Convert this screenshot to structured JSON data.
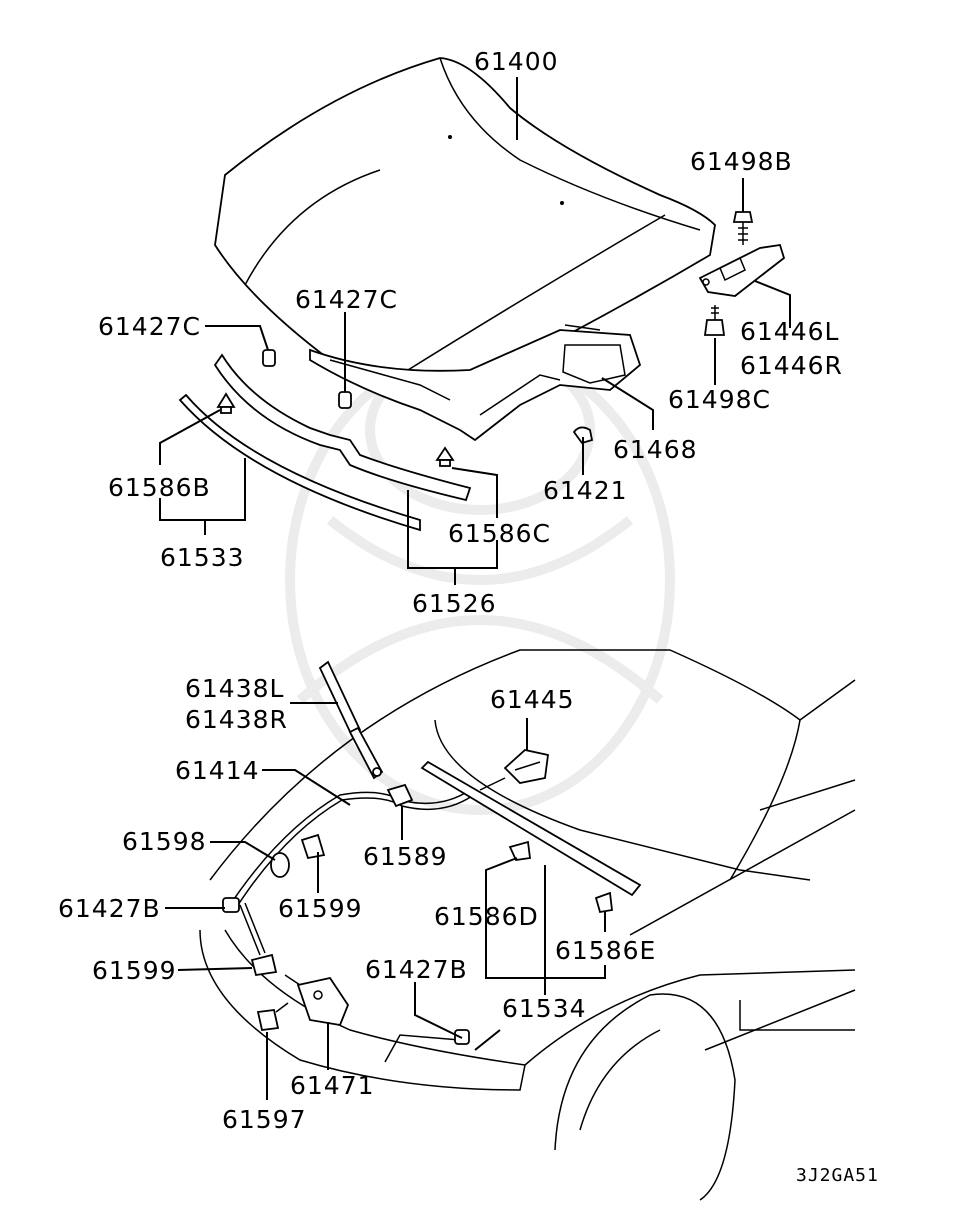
{
  "diagram_code": "3J2GA51",
  "labels": {
    "hood_panel": "61400",
    "hinge_bolt_b": "61498B",
    "hinge_l": "61446L",
    "hinge_r": "61446R",
    "hinge_bolt_c": "61498C",
    "bumper_rubber_c_left": "61427C",
    "bumper_rubber_c_center": "61427C",
    "insulator": "61468",
    "clip_61421": "61421",
    "clip_b": "61586B",
    "seal_61533": "61533",
    "clip_c": "61586C",
    "seal_61526": "61526",
    "stay_l": "61438L",
    "stay_r": "61438R",
    "release_cable": "61414",
    "clamp_61598": "61598",
    "clamp_61599_upper": "61599",
    "grommet_61589": "61589",
    "bumper_rubber_b_left": "61427B",
    "clamp_61599_lower": "61599",
    "striker_61597": "61597",
    "latch_61471": "61471",
    "bracket_61445": "61445",
    "clip_d": "61586D",
    "clip_e": "61586E",
    "bumper_rubber_b_right": "61427B",
    "seal_61534": "61534"
  }
}
